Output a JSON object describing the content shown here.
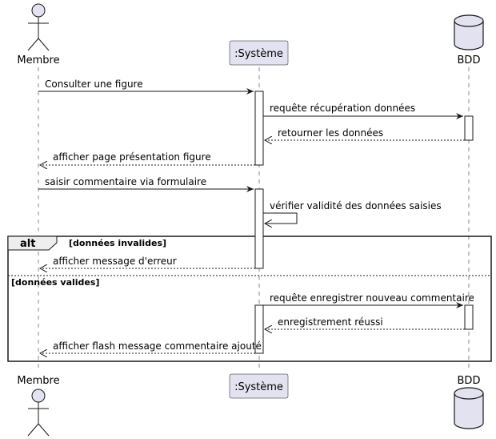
{
  "participants": {
    "membre": "Membre",
    "systeme": ":Système",
    "bdd": "BDD"
  },
  "messages": [
    {
      "text": "Consulter une figure",
      "style": "solid"
    },
    {
      "text": "requête récupération données",
      "style": "solid"
    },
    {
      "text": "retourner les données",
      "style": "dashed"
    },
    {
      "text": "afficher page présentation figure",
      "style": "dashed"
    },
    {
      "text": "saisir commentaire via formulaire",
      "style": "solid"
    },
    {
      "text": "vérifier validité des données saisies",
      "style": "self"
    },
    {
      "text": "afficher message d'erreur",
      "style": "dashed"
    },
    {
      "text": "requête enregistrer nouveau commentaire",
      "style": "solid"
    },
    {
      "text": "enregistrement réussi",
      "style": "dashed"
    },
    {
      "text": "afficher flash message commentaire ajouté",
      "style": "dashed"
    }
  ],
  "fragment": {
    "keyword": "alt",
    "guard1": "[données invalides]",
    "guard2": "[données valides]"
  },
  "colors": {
    "participant_fill": "#E2E2F0",
    "line": "#181818",
    "lifeline": "#888888",
    "activation_fill": "#ffffff"
  }
}
